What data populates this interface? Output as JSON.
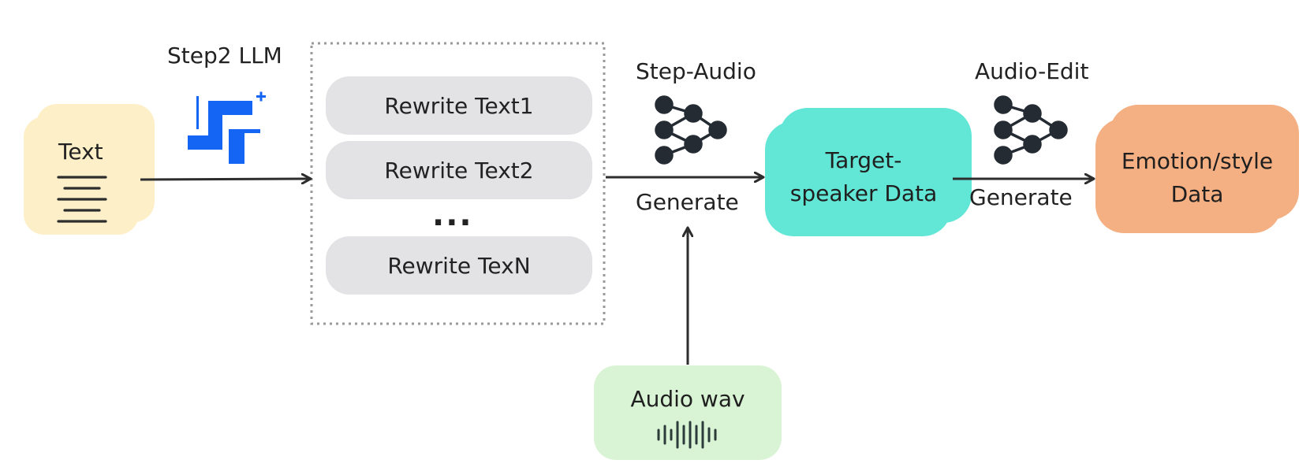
{
  "nodes": {
    "text": {
      "label": "Text"
    },
    "llm": {
      "label": "Step2 LLM"
    },
    "rewrites": [
      "Rewrite Text1",
      "Rewrite Text2",
      "Rewrite TexN"
    ],
    "ellipsis": "...",
    "step_audio": {
      "label": "Step-Audio",
      "edge_label": "Generate"
    },
    "target": {
      "line1": "Target-",
      "line2": "speaker Data"
    },
    "audio_edit": {
      "label": "Audio-Edit",
      "edge_label": "Generate"
    },
    "emotion": {
      "line1": "Emotion/style",
      "line2": "Data"
    },
    "audio_wav": {
      "label": "Audio wav"
    }
  },
  "colors": {
    "text_doc": "#fdefc8",
    "llm_logo": "#1565f5",
    "rewrite_pill": "#e3e3e6",
    "target": "#62e6d6",
    "emotion": "#f4af82",
    "audio_wav": "#d9f4d4",
    "arrow": "#2d2d2d"
  },
  "icons": [
    "document-lines-icon",
    "llm-logo-icon",
    "neural-network-icon",
    "waveform-icon"
  ]
}
